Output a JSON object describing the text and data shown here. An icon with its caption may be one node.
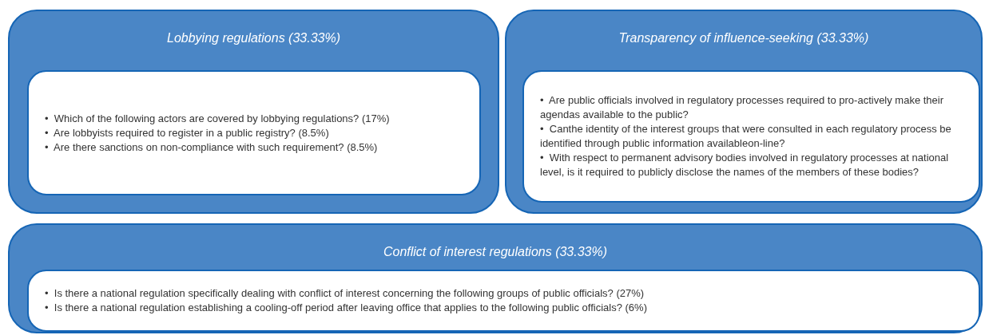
{
  "diagram": {
    "nodes": [
      {
        "text": [
          "Lobbying regulations (33.33%)"
        ]
      },
      {
        "text": [
          "•  Which of the following actors are covered by lobbying regulations? (17%)",
          "•  Are lobbyists required to register in a public registry? (8.5%)",
          "•  Are there sanctions on non-compliance with such requirement? (8.5%)"
        ],
        "in": 0
      },
      {
        "text": [
          "Transparency of influence-seeking (33.33%)"
        ]
      },
      {
        "text": [
          "•  Are public officials involved in regulatory processes required to pro-actively make their agendas available to the public?",
          "•  Canthe identity of the interest groups that were consulted in each regulatory process be identified through public information availableon-line?",
          "•  With respect to permanent advisory bodies involved in regulatory processes at national level, is it required to publicly disclose the names of the members of these bodies?"
        ],
        "in": 2
      },
      {
        "text": [
          "Conflict of interest regulations (33.33%)"
        ]
      },
      {
        "text": [
          "•  Is there a national regulation specifically dealing with conflict of interest concerning the following groups of public officials? (27%)",
          "•  Is there a national regulation establishing a cooling-off period after leaving office that applies to the following public officials? (6%)"
        ],
        "in": 4
      }
    ]
  }
}
